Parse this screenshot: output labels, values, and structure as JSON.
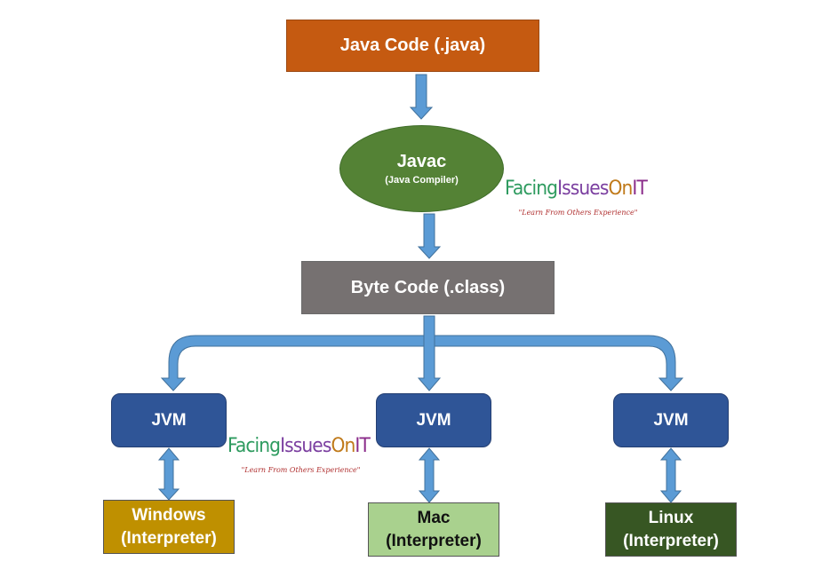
{
  "diagram": {
    "java_code": "Java Code (.java)",
    "javac": {
      "title": "Javac",
      "subtitle": "(Java Compiler)"
    },
    "byte_code": "Byte Code (.class)",
    "jvms": [
      "JVM",
      "JVM",
      "JVM"
    ],
    "platforms": [
      {
        "name": "Windows",
        "role": "(Interpreter)"
      },
      {
        "name": "Mac",
        "role": "(Interpreter)"
      },
      {
        "name": "Linux",
        "role": "(Interpreter)"
      }
    ]
  },
  "watermark": {
    "brand": "FacingIssuesOnIT",
    "tagline": "\"Learn From Others Experience\""
  },
  "colors": {
    "java_code": "#c55a11",
    "javac": "#548235",
    "byte_code": "#767171",
    "jvm": "#2f5597",
    "windows": "#bf9000",
    "mac": "#a9d18e",
    "linux": "#375623",
    "arrow": "#5b9bd5",
    "arrow_border": "#41719c"
  }
}
